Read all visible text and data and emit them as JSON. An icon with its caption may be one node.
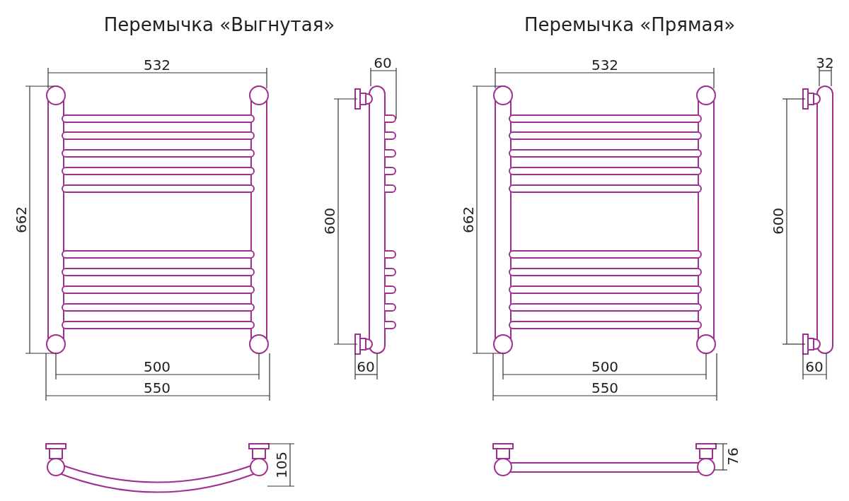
{
  "diagram": {
    "labels": [
      "Перемычка «Выгнутая»",
      "Перемычка «Прямая»",
      "532",
      "60",
      "532",
      "32",
      "662",
      "600",
      "662",
      "600",
      "500",
      "60",
      "500",
      "60",
      "550",
      "550",
      "105",
      "76"
    ]
  }
}
